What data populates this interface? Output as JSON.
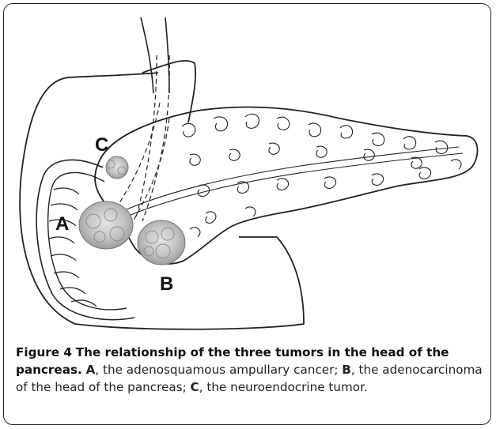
{
  "labels": {
    "a": "A",
    "b": "B",
    "c": "C"
  },
  "caption": {
    "figure_label": "Figure 4",
    "title": "The relationship of the three tumors in the head of the pancreas.",
    "item_a_key": "A",
    "item_a_text": ", the adenosquamous ampullary cancer;",
    "item_b_key": "B",
    "item_b_text": ", the adenocarcinoma of the head of the pancreas;",
    "item_c_key": "C",
    "item_c_text": ", the neuroendocrine tumor."
  }
}
